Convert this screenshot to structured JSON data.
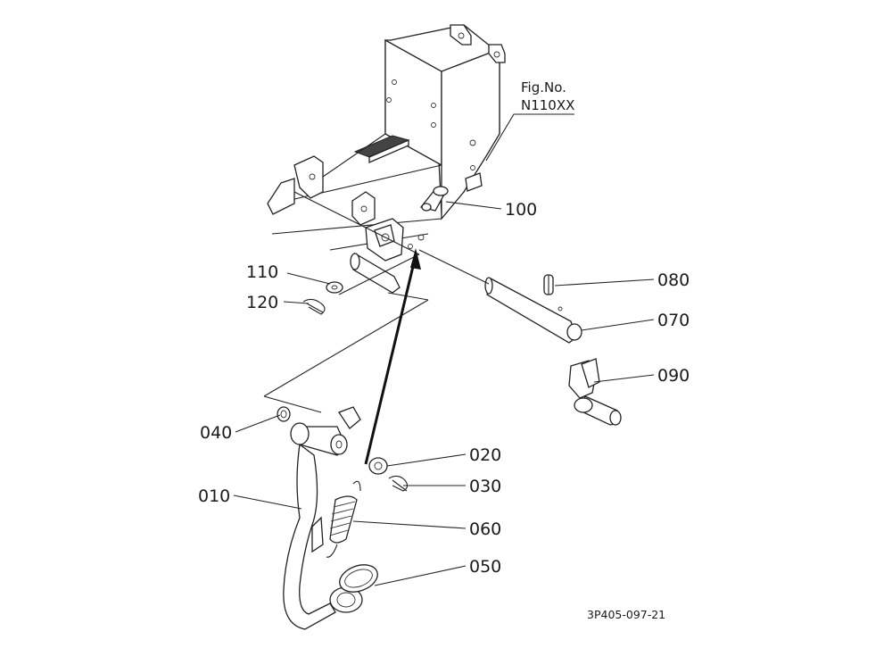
{
  "figure": {
    "fig_no_label": "Fig.No.",
    "fig_no_value": "N110XX",
    "code": "3P405-097-21"
  },
  "parts": [
    {
      "id": "010"
    },
    {
      "id": "020"
    },
    {
      "id": "030"
    },
    {
      "id": "040"
    },
    {
      "id": "050"
    },
    {
      "id": "060"
    },
    {
      "id": "070"
    },
    {
      "id": "080"
    },
    {
      "id": "090"
    },
    {
      "id": "100"
    },
    {
      "id": "110"
    },
    {
      "id": "120"
    }
  ]
}
